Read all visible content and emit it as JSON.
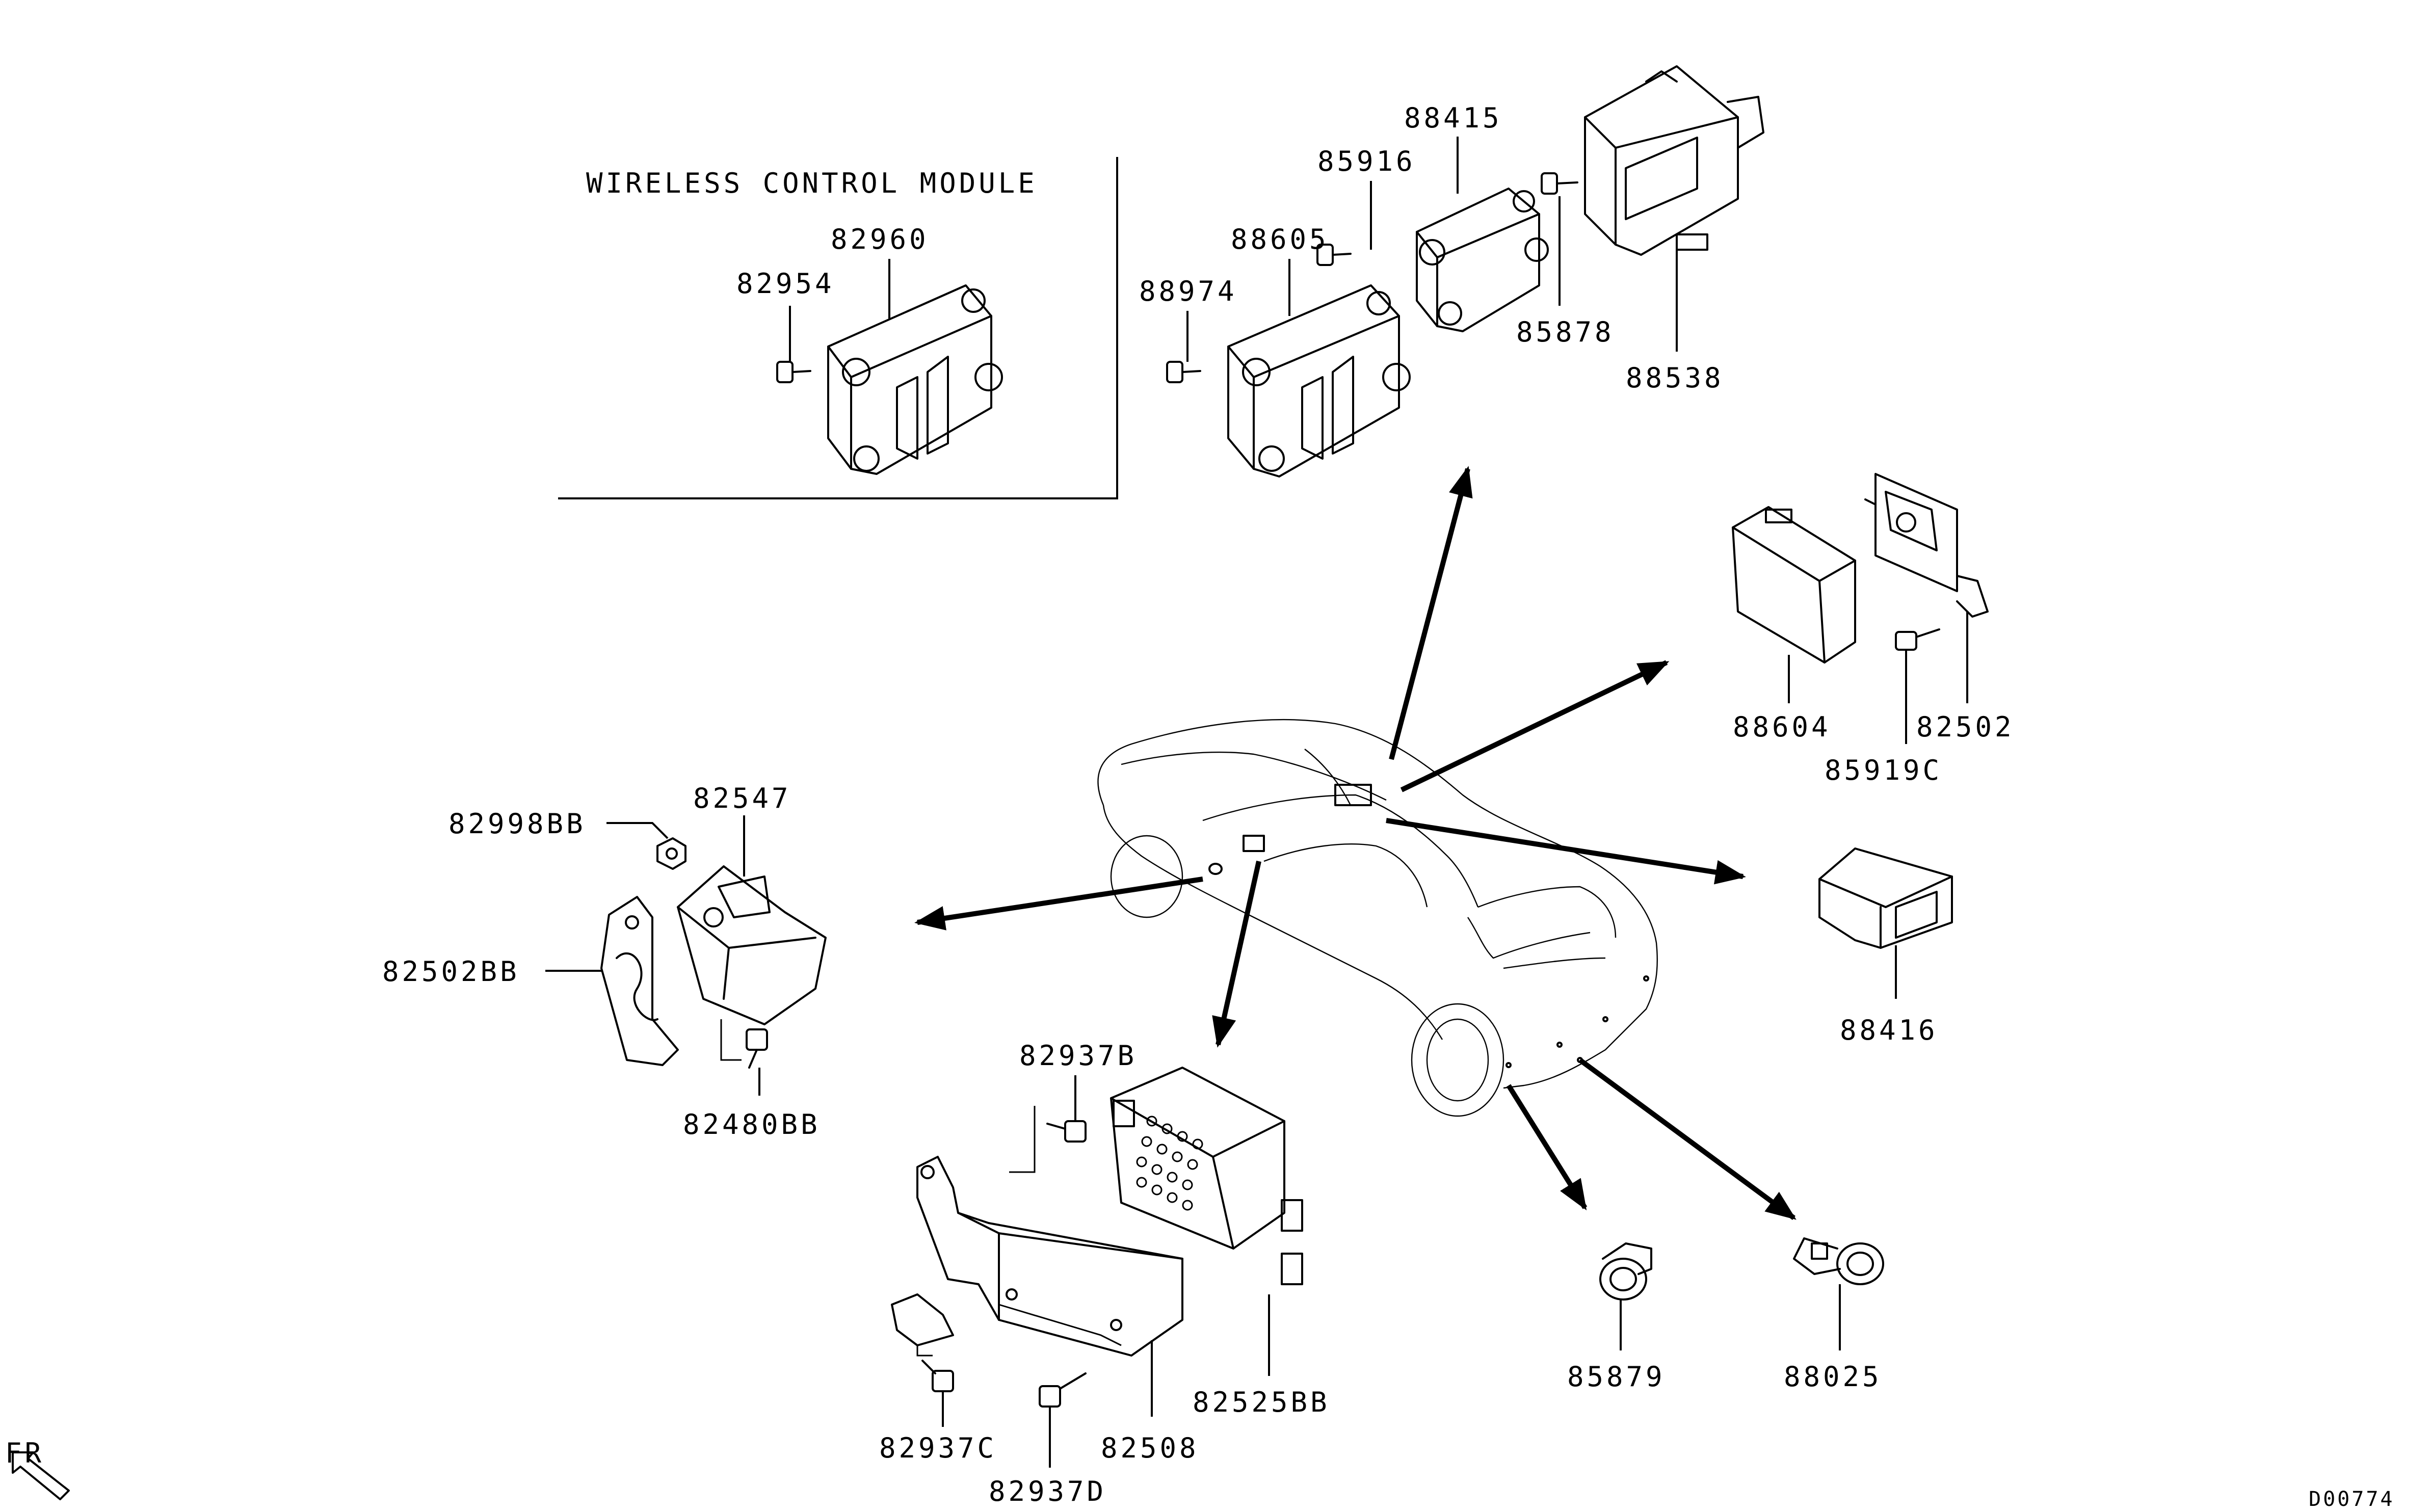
{
  "title": "WIRELESS CONTROL MODULE",
  "drawing_id": "D00774",
  "front_marker": "FR",
  "parts": {
    "p82960": "82960",
    "p82954": "82954",
    "p88415": "88415",
    "p85916": "85916",
    "p88605": "88605",
    "p88974": "88974",
    "p85878": "85878",
    "p88538": "88538",
    "p88604": "88604",
    "p82502": "82502",
    "p85919C": "85919C",
    "p88416": "88416",
    "p82998BB": "82998BB",
    "p82547": "82547",
    "p82502BB": "82502BB",
    "p82480BB": "82480BB",
    "p82937B": "82937B",
    "p82525BB": "82525BB",
    "p82508": "82508",
    "p82937C": "82937C",
    "p82937D": "82937D",
    "p85879": "85879",
    "p88025": "88025"
  },
  "icons": [
    "wireless-module-icon",
    "control-unit-icon",
    "ecu-bracket-icon",
    "sensor-icon",
    "bolt-icon",
    "car-outline-icon",
    "front-arrow-icon"
  ]
}
